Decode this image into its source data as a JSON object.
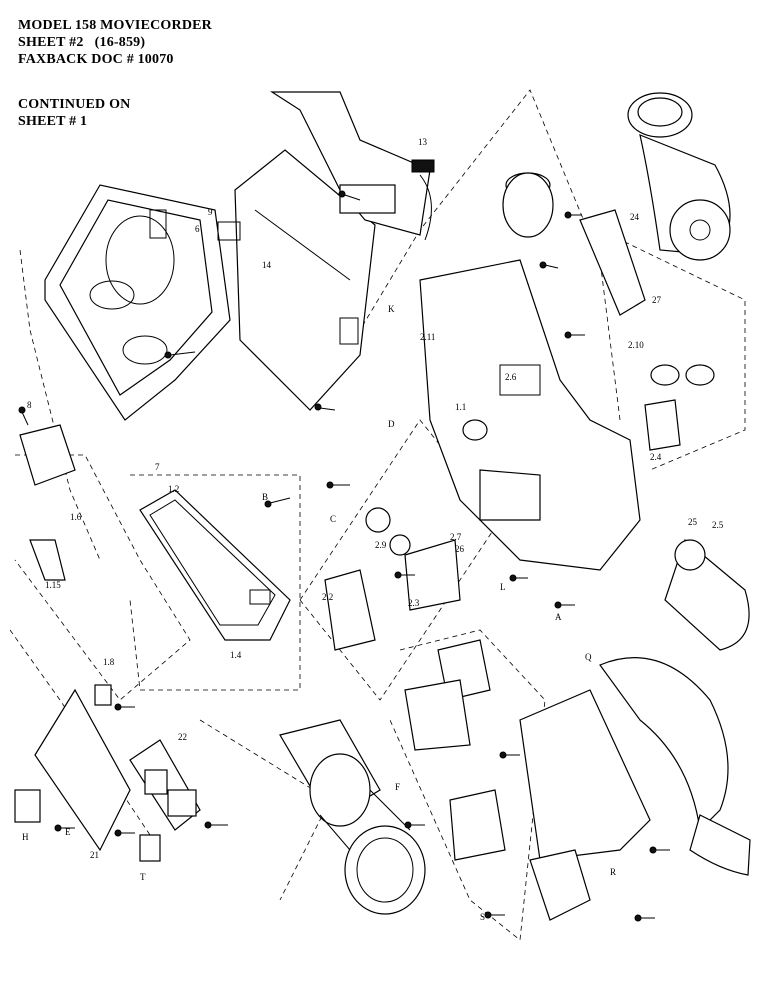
{
  "header": {
    "line1": "MODEL 158 MOVIECORDER",
    "line2": "SHEET #2   (16-859)",
    "line3": "FAXBACK DOC # 10070",
    "continued1": "CONTINUED ON",
    "continued2": "SHEET # 1"
  },
  "callouts": [
    "13",
    "9",
    "14",
    "6",
    "7",
    "8",
    "1.2",
    "1.1",
    "2.6",
    "2.7",
    "1.6",
    "1.15",
    "2.2",
    "2.3",
    "2.4",
    "2.5",
    "2.11",
    "2.10",
    "2.9",
    "1.8",
    "21",
    "22",
    "24",
    "25",
    "26",
    "27",
    "1.4",
    "A",
    "B",
    "C",
    "D",
    "E",
    "F",
    "H",
    "K",
    "L",
    "Q",
    "R",
    "S",
    "T"
  ]
}
